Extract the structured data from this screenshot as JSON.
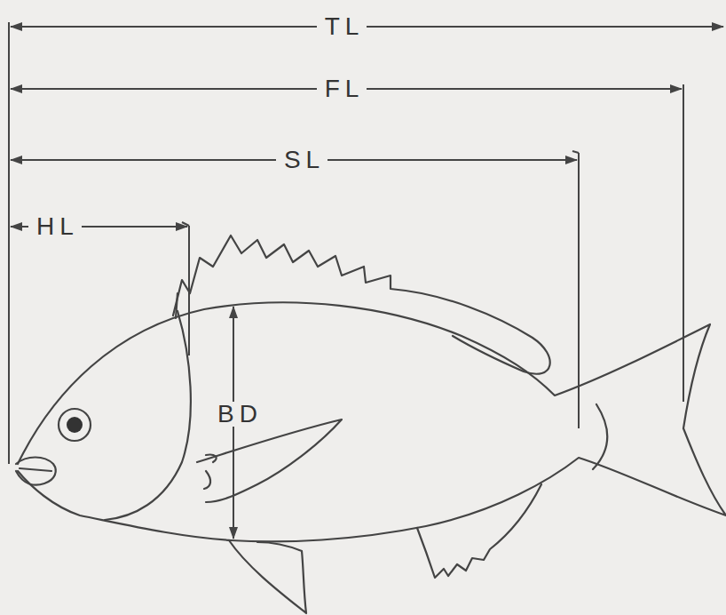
{
  "diagram": {
    "labels": [
      "TL",
      "FL",
      "SL",
      "HL",
      "BD"
    ]
  }
}
